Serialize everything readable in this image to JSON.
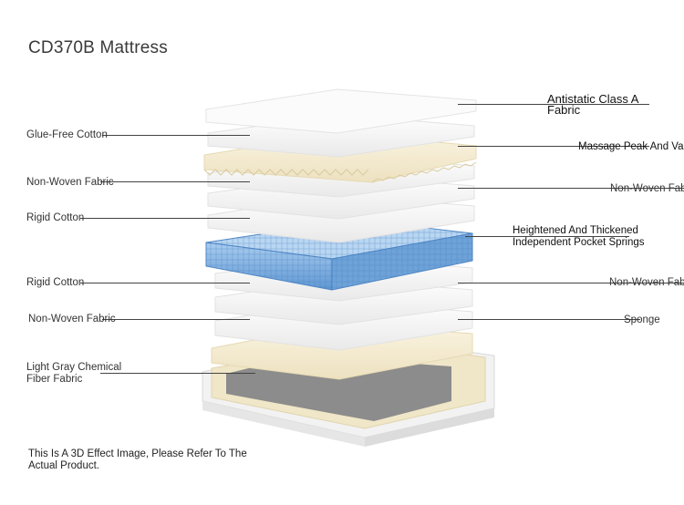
{
  "title": "CD370B Mattress",
  "labels": {
    "glue_free_cotton": "Glue-Free Cotton",
    "non_woven_left_1": "Non-Woven Fabric",
    "rigid_cotton_1": "Rigid Cotton",
    "rigid_cotton_2": "Rigid Cotton",
    "non_woven_left_2": "Non-Woven Fabric",
    "light_gray_line1": "Light Gray Chemical",
    "light_gray_line2": "Fiber Fabric",
    "antistatic_line1": "Antistatic Class A",
    "antistatic_line2": "Fabric",
    "massage": "Massage Peak And Va",
    "non_woven_right_1": "Non-Woven Fab",
    "springs_line1": "Heightened And Thickened",
    "springs_line2": "Independent Pocket Springs",
    "non_woven_right_2": "Non-Woven Fab",
    "sponge": "Sponge"
  },
  "note": "This Is A 3D Effect Image, Please Refer To The Actual Product.",
  "colors": {
    "foam_white": "#f7f7f7",
    "cream": "#f3ead2",
    "spring_blue": "#7aaee0",
    "base_gray": "#8a8a8a",
    "leader_line": "#444444"
  }
}
